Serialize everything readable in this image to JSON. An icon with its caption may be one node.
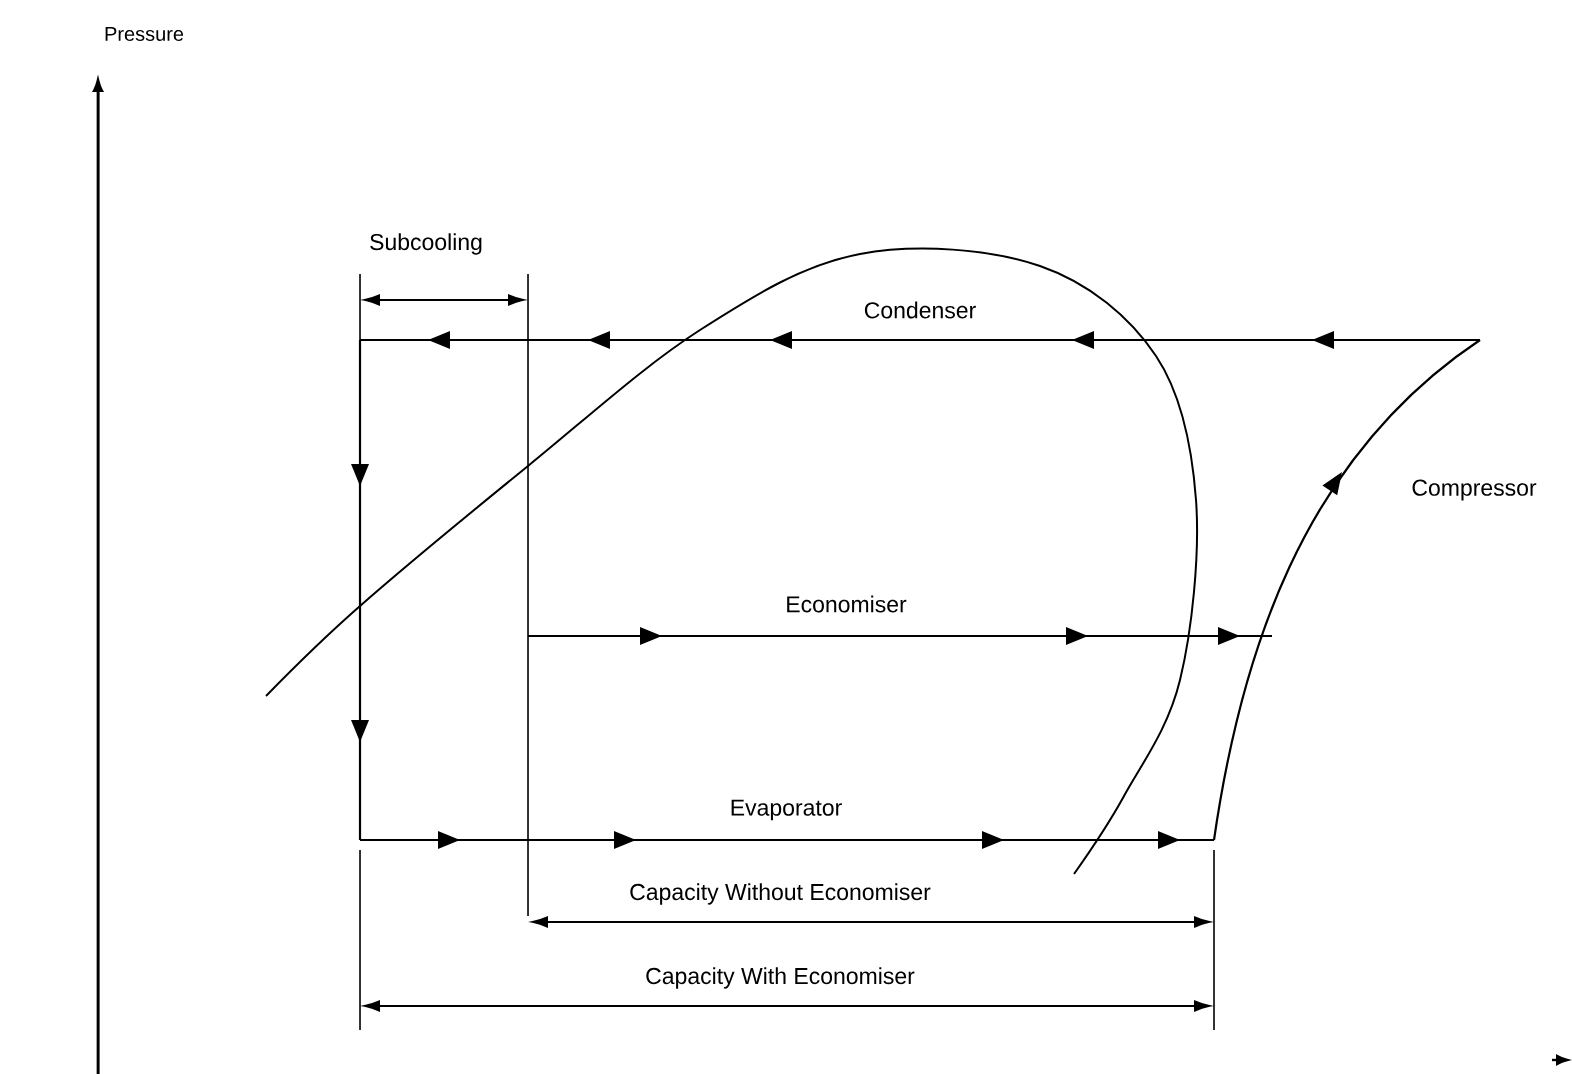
{
  "diagram": {
    "labels": [
      "Pressure",
      "Subcooling",
      "Condenser",
      "Compressor",
      "Economiser",
      "Evaporator",
      "Capacity Without Economiser",
      "Capacity With Economiser"
    ]
  }
}
